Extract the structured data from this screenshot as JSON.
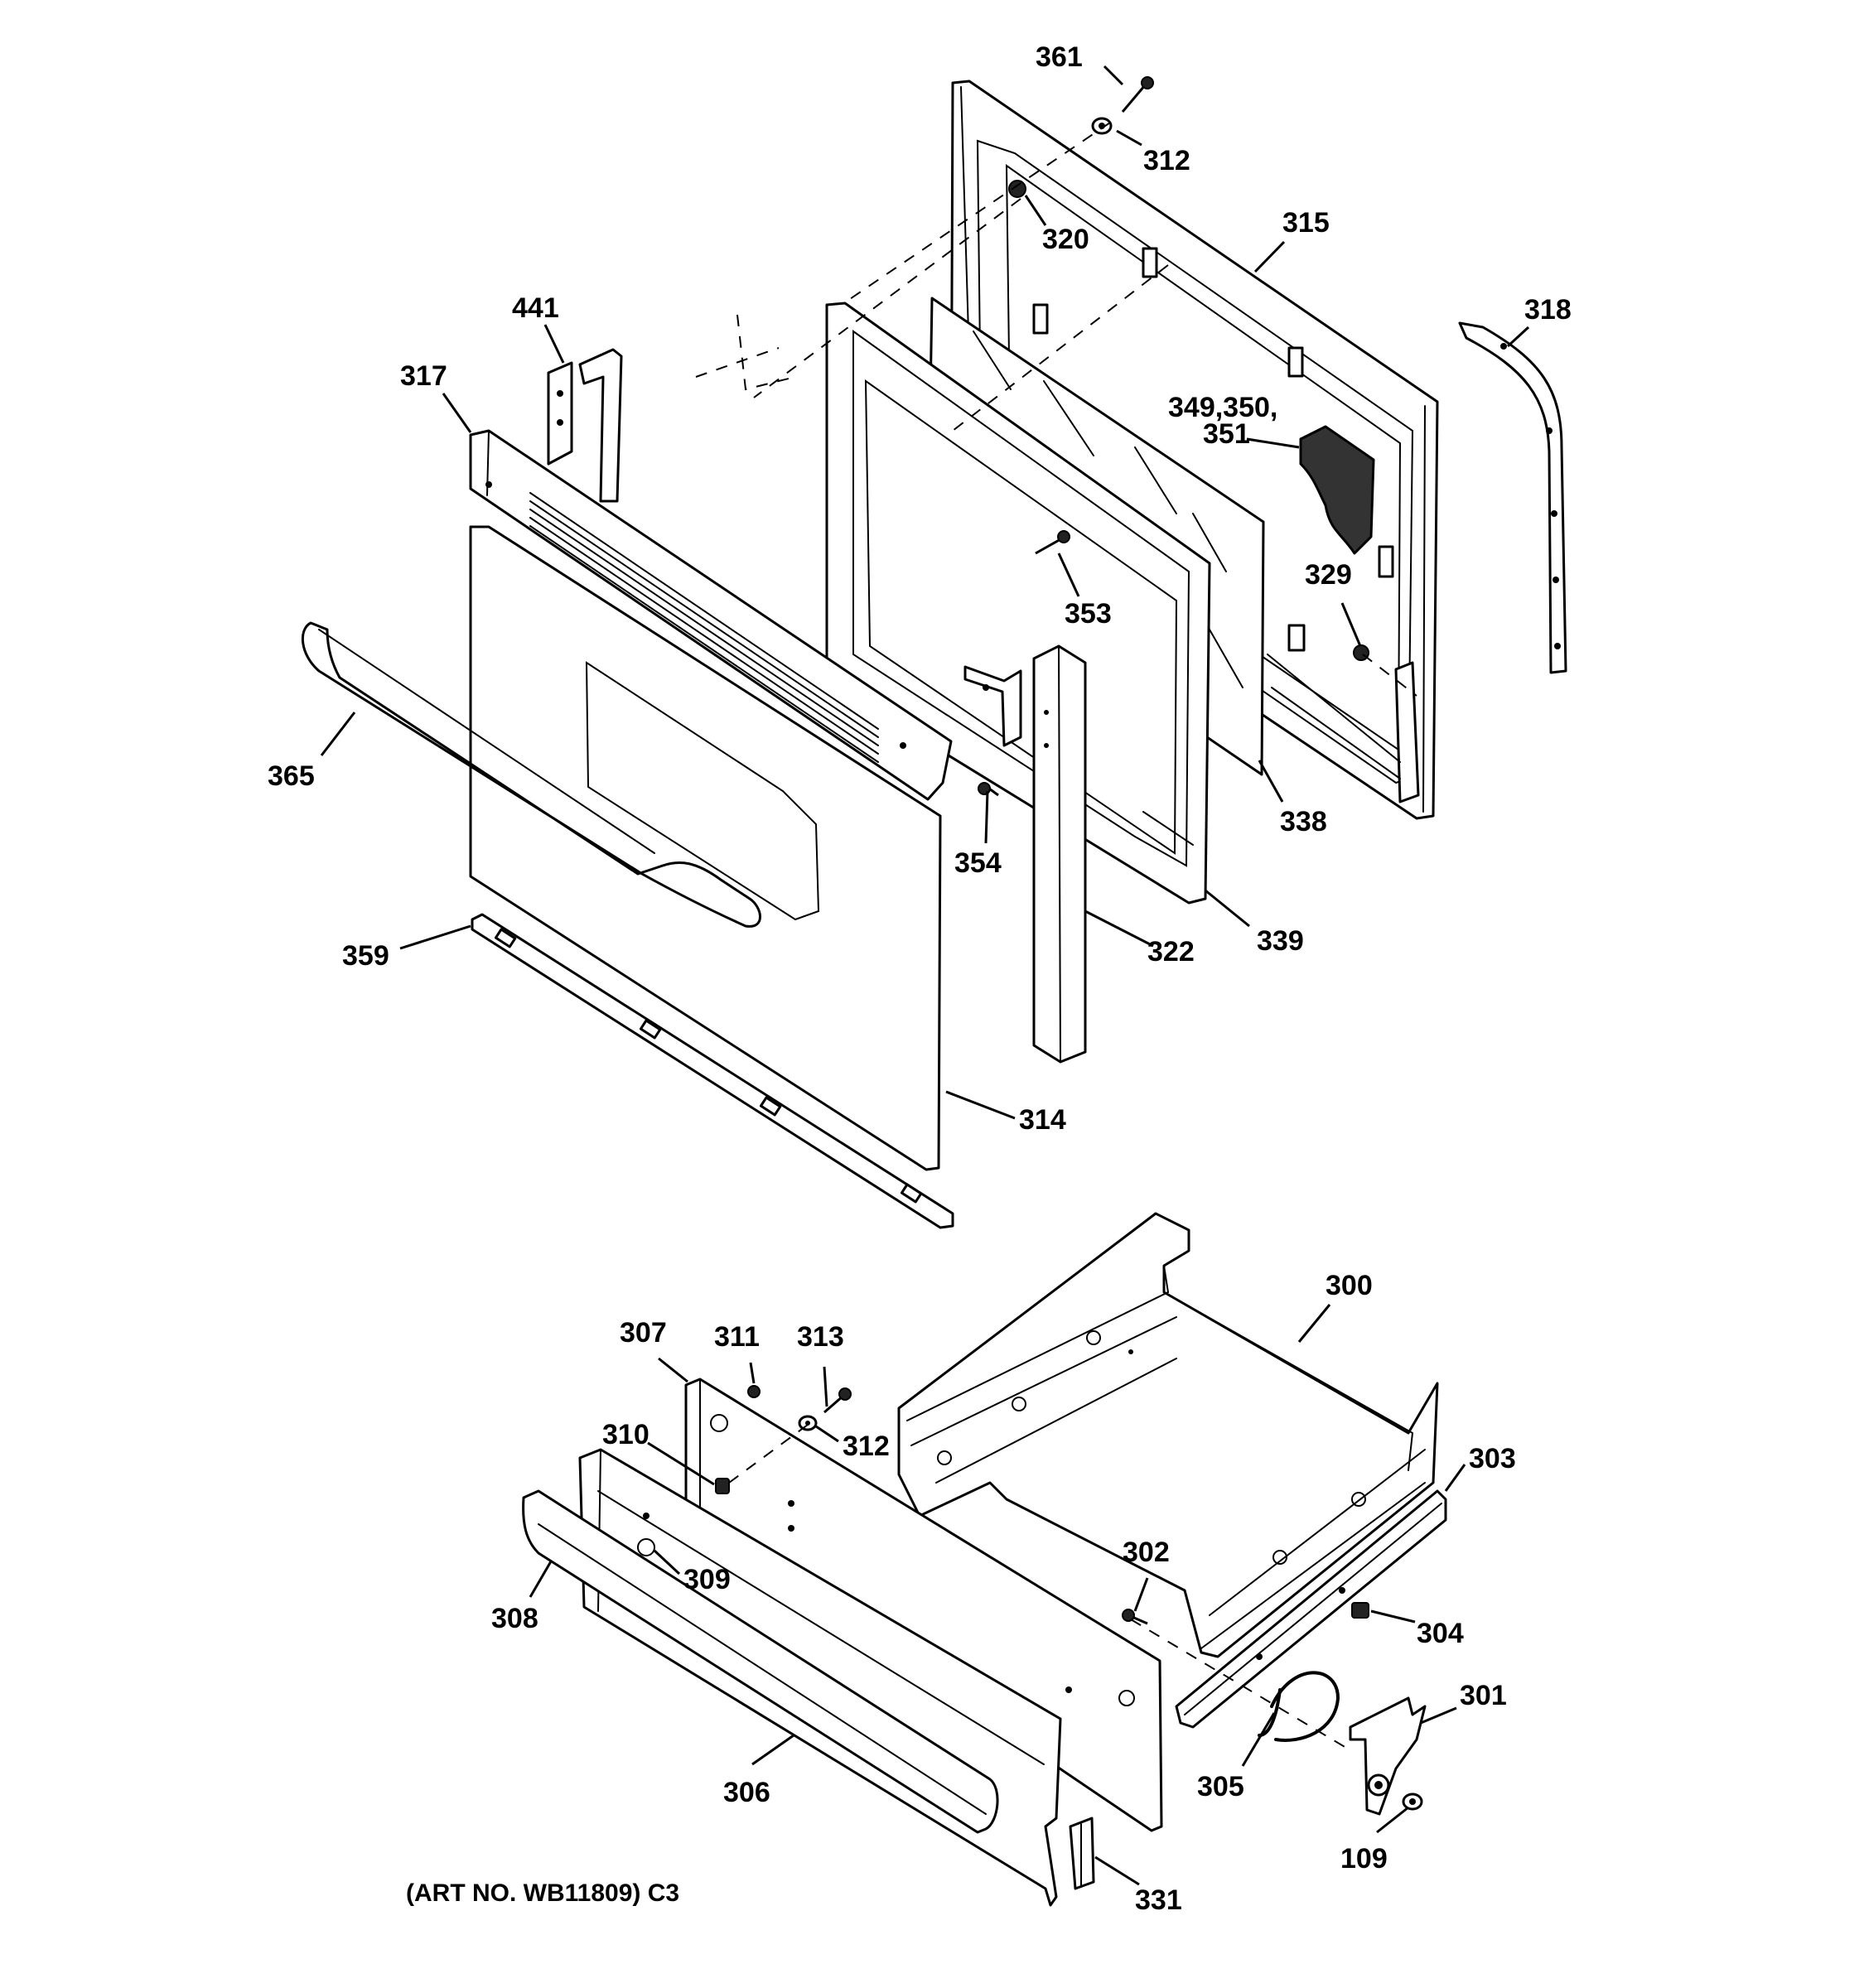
{
  "labels": {
    "p361": "361",
    "p312a": "312",
    "p320": "320",
    "p315": "315",
    "p318": "318",
    "p441": "441",
    "p317": "317",
    "p349": "349,350,",
    "p351": "351",
    "p329": "329",
    "p353": "353",
    "p365": "365",
    "p354": "354",
    "p338": "338",
    "p339": "339",
    "p322": "322",
    "p359": "359",
    "p314": "314",
    "p300": "300",
    "p307": "307",
    "p311": "311",
    "p313": "313",
    "p310": "310",
    "p312b": "312",
    "p303": "303",
    "p302": "302",
    "p309": "309",
    "p304": "304",
    "p308": "308",
    "p301": "301",
    "p305": "305",
    "p306": "306",
    "p109": "109",
    "p331": "331"
  },
  "footer": {
    "art_number": "(ART NO. WB11809) C3"
  }
}
